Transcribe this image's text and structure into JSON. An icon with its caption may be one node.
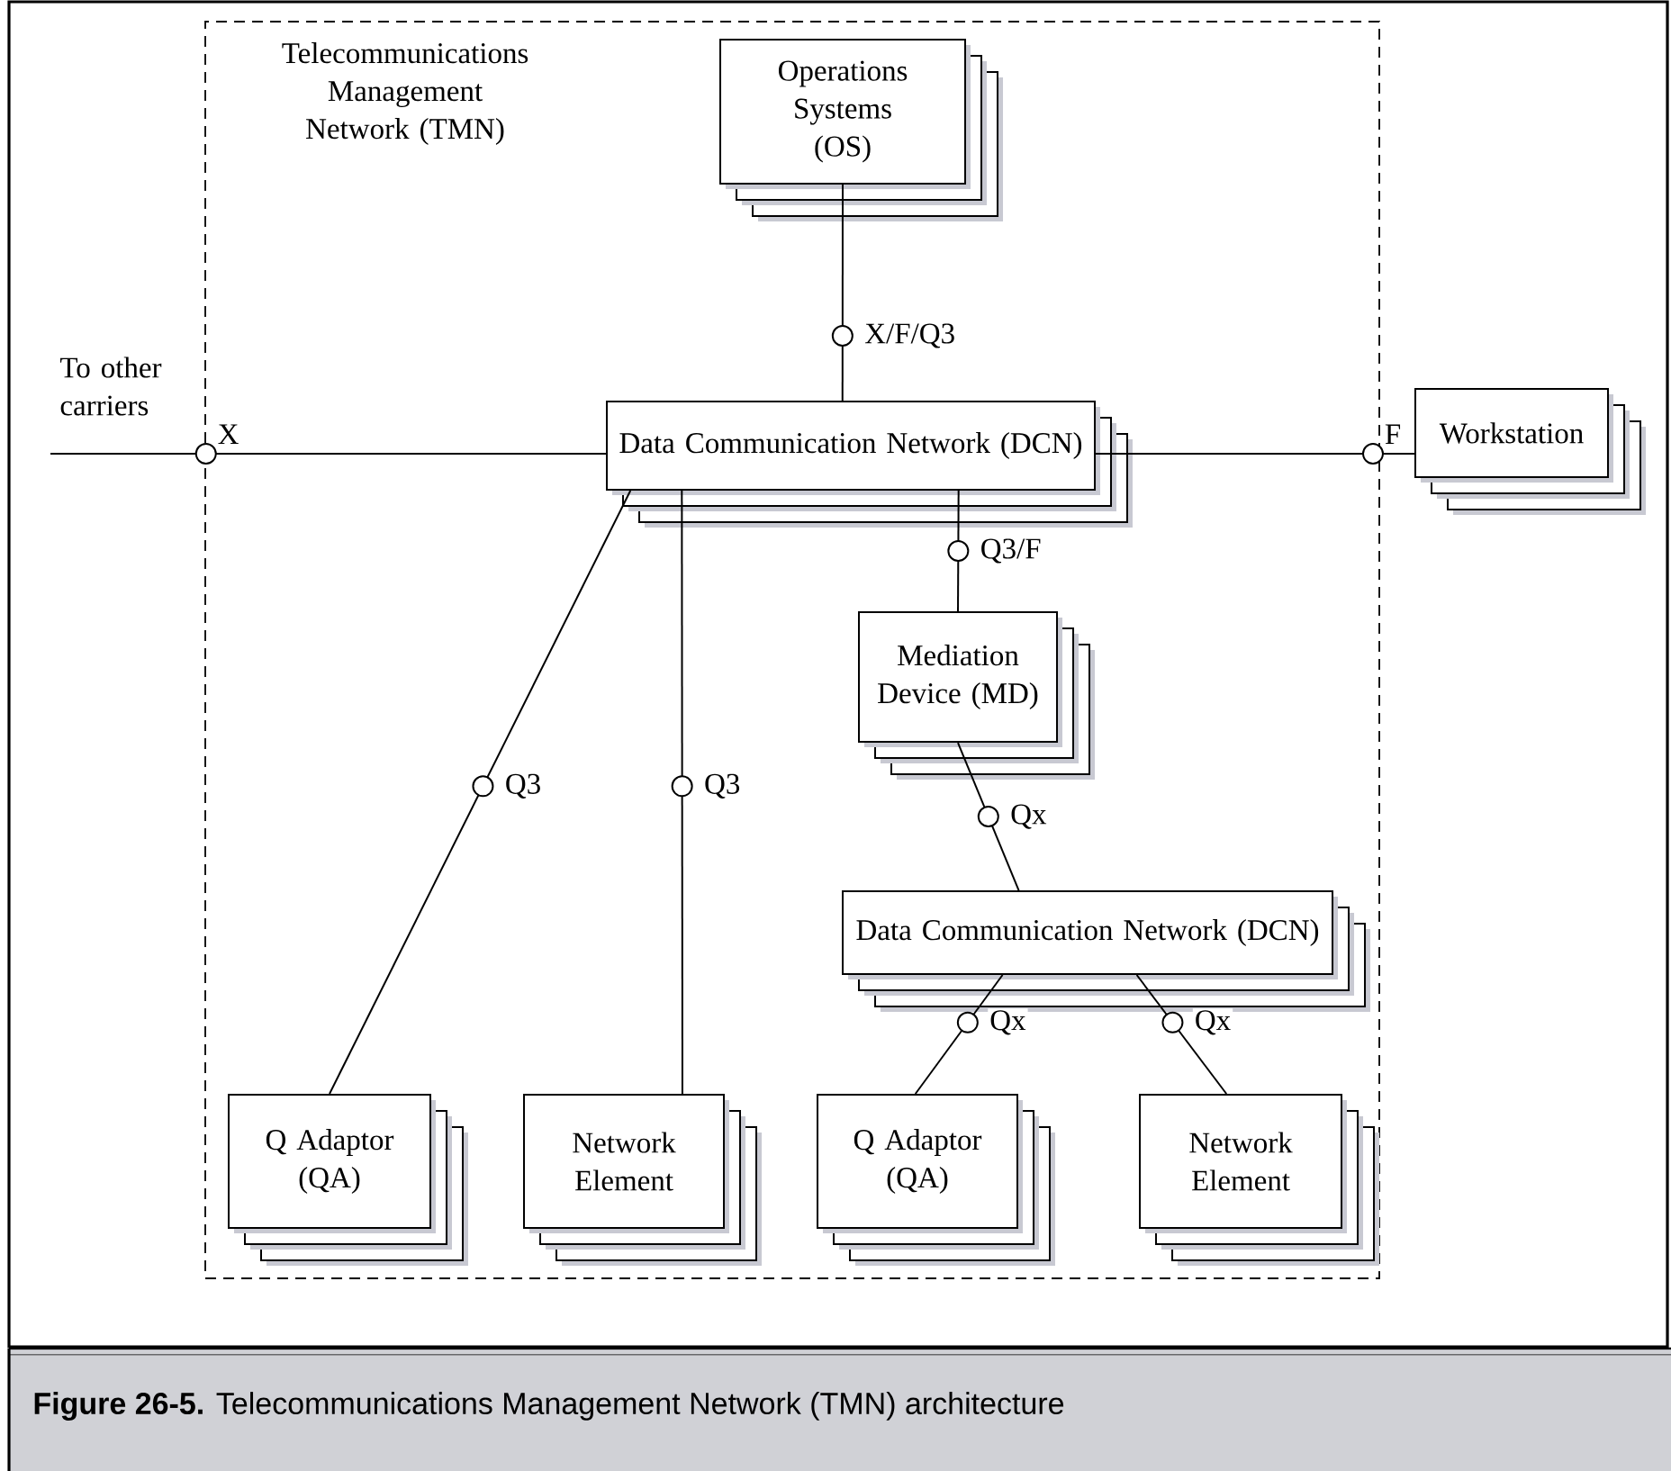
{
  "diagram": {
    "caption": "**Figure 26-5.** Telecommunications Management Network (TMN) architecture",
    "nodes": [
      {
        "text": [
          "Telecommunications Management Network (TMN)"
        ]
      },
      {
        "text": [
          "Operations Systems (OS)"
        ],
        "in": 0
      },
      {
        "text": [
          "Data Communication Network (DCN)"
        ],
        "in": 0
      },
      {
        "text": [
          "Workstation"
        ]
      },
      {
        "text": [
          "Mediation Device (MD)"
        ],
        "in": 0
      },
      {
        "text": [
          "Data Communication Network (DCN)"
        ],
        "in": 0
      },
      {
        "text": [
          "Q Adaptor (QA)"
        ],
        "in": 0
      },
      {
        "text": [
          "Network Element"
        ],
        "in": 0
      },
      {
        "text": [
          "Q Adaptor (QA)"
        ],
        "in": 0
      },
      {
        "text": [
          "Network Element"
        ],
        "in": 0
      }
    ],
    "edges": [
      {
        "from": null,
        "to": 2,
        "arrow": "none",
        "label": "X"
      },
      {
        "from": 1,
        "to": 2,
        "arrow": "none",
        "label": "X/F/Q3"
      },
      {
        "from": 2,
        "to": 3,
        "arrow": "none",
        "label": "F"
      },
      {
        "from": 2,
        "to": 4,
        "arrow": "none",
        "label": "Q3/F"
      },
      {
        "from": 2,
        "to": 6,
        "arrow": "none",
        "label": "Q3"
      },
      {
        "from": 2,
        "to": 7,
        "arrow": "none",
        "label": "Q3"
      },
      {
        "from": 4,
        "to": 5,
        "arrow": "none",
        "label": "Qx"
      },
      {
        "from": 5,
        "to": 8,
        "arrow": "none",
        "label": "Qx"
      },
      {
        "from": 5,
        "to": 9,
        "arrow": "none",
        "label": "Qx"
      }
    ],
    "labels": [
      "To other carriers"
    ]
  }
}
